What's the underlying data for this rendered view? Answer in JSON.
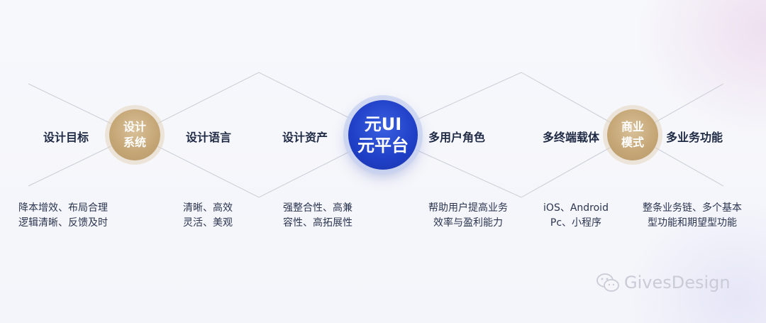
{
  "center": {
    "line1": "元UI",
    "line2": "元平台"
  },
  "nodes": {
    "left_hub": {
      "line1": "设计",
      "line2": "系统"
    },
    "right_hub": {
      "line1": "商业",
      "line2": "模式"
    }
  },
  "labels": [
    "设计目标",
    "设计语言",
    "设计资产",
    "多用户角色",
    "多终端载体",
    "多业务功能"
  ],
  "descriptions": [
    {
      "line1": "降本增效、布局合理",
      "line2": "逻辑清晰、反馈及时"
    },
    {
      "line1": "清晰、高效",
      "line2": "灵活、美观"
    },
    {
      "line1": "强整合性、高兼",
      "line2": "容性、高拓展性"
    },
    {
      "line1": "帮助用户提高业务",
      "line2": "效率与盈利能力"
    },
    {
      "line1": "iOS、Android",
      "line2": "Pc、小程序"
    },
    {
      "line1": "整条业务链、多个基本",
      "line2": "型功能和期望型功能"
    }
  ],
  "watermark": "GivesDesign",
  "colors": {
    "gold": "#c4a574",
    "blue": "#1f3fc6",
    "text": "#1f2a44"
  }
}
